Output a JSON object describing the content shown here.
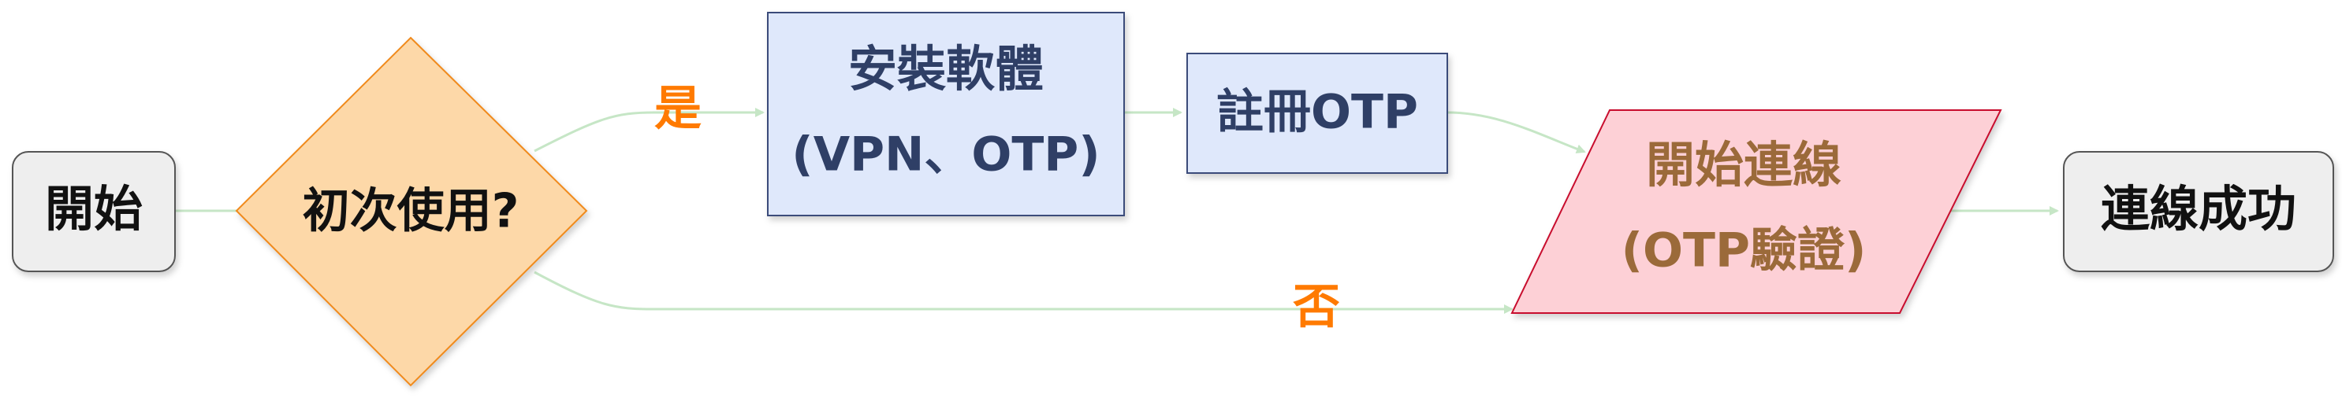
{
  "nodes": {
    "start": {
      "label": "開始"
    },
    "decision": {
      "label": "初次使用?"
    },
    "install": {
      "line1": "安裝軟體",
      "line2": "(VPN、OTP)"
    },
    "register": {
      "label": "註冊OTP"
    },
    "connect": {
      "line1": "開始連線",
      "line2": "(OTP驗證)"
    },
    "success": {
      "label": "連線成功"
    }
  },
  "edges": {
    "yes": {
      "label": "是"
    },
    "no": {
      "label": "否"
    }
  },
  "colors": {
    "edge": "#c6e6c6",
    "edge_label": "#ff7a00",
    "start_fill": "#eeeeee",
    "start_stroke": "#555555",
    "decision_fill": "#fdd8a8",
    "decision_stroke": "#f08a1c",
    "process_fill": "#dfe8fb",
    "process_stroke": "#3a4b7a",
    "process_text": "#2f3f66",
    "connect_fill": "#fdd0d6",
    "connect_stroke": "#c8102e",
    "connect_text": "#9b6a3a",
    "terminal_text": "#111111"
  }
}
